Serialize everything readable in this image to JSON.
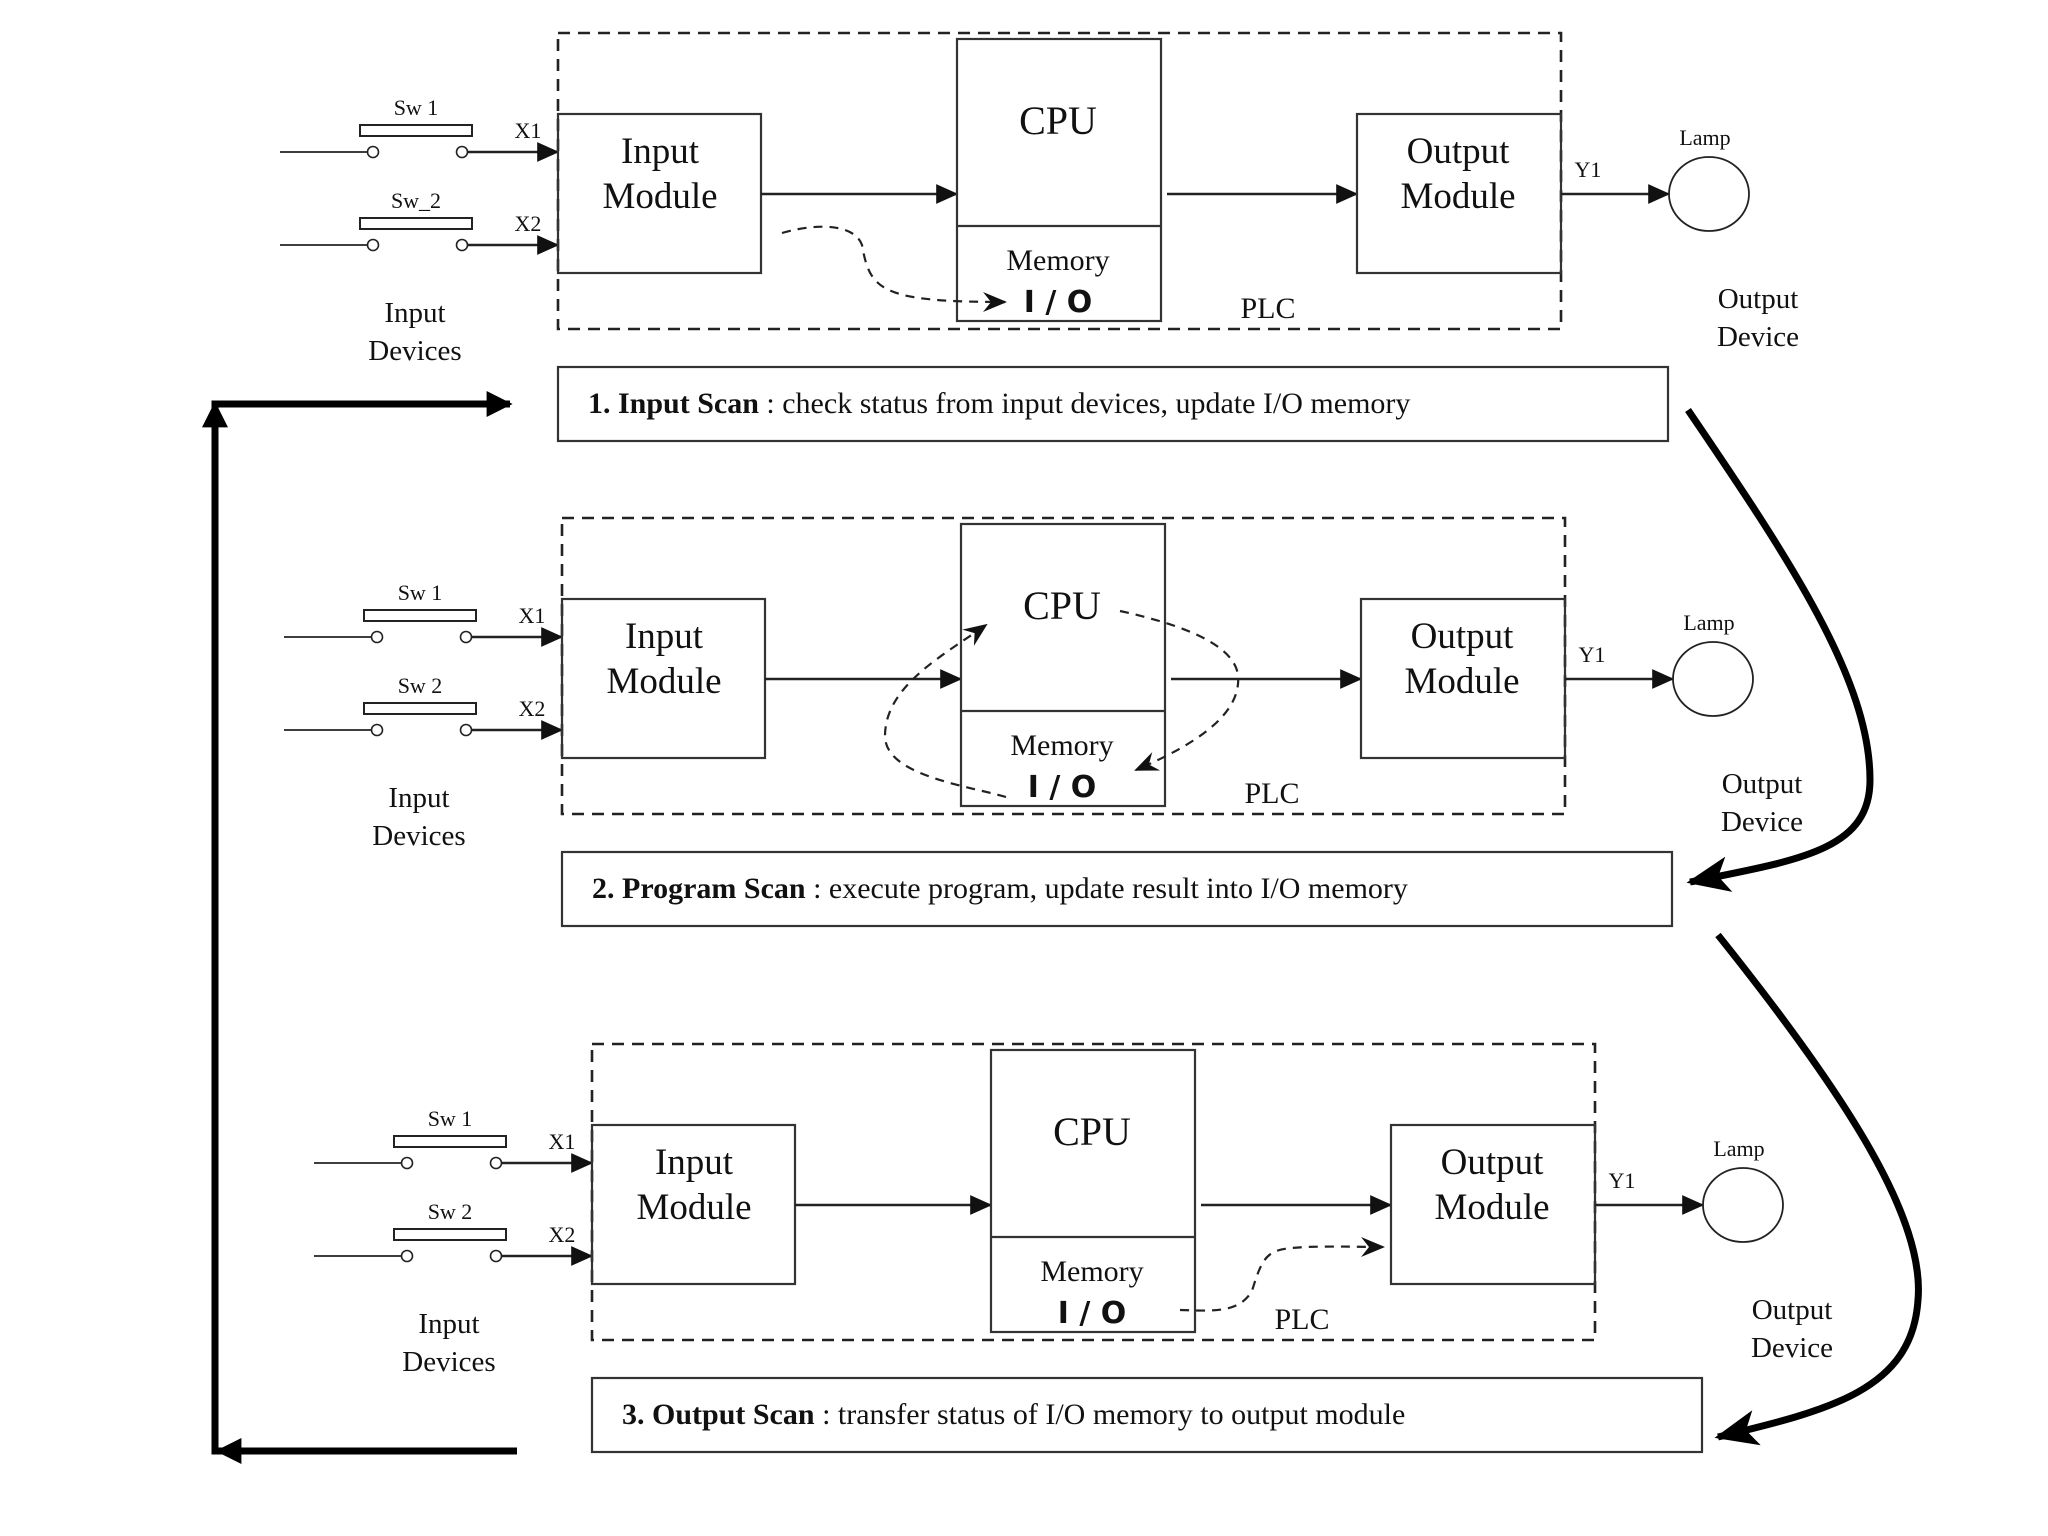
{
  "title": "PLC Scan Cycle",
  "sections": [
    {
      "id": "input-scan",
      "switch_1_label": "Sw  1",
      "switch_2_label": "Sw_2",
      "x1_label": "X1",
      "x2_label": "X2",
      "input_devices_line1": "Input",
      "input_devices_line2": "Devices",
      "input_module_line1": "Input",
      "input_module_line2": "Module",
      "cpu_label": "CPU",
      "memory_label": "Memory",
      "io_label": "I / O",
      "plc_label": "PLC",
      "output_module_line1": "Output",
      "output_module_line2": "Module",
      "y1_label": "Y1",
      "lamp_label": "Lamp",
      "output_device_line1": "Output",
      "output_device_line2": "Device",
      "flow": "input-to-memory",
      "step_number": "1.",
      "step_name": "Input Scan",
      "step_desc": " : check status from input devices, update I/O memory"
    },
    {
      "id": "program-scan",
      "switch_1_label": "Sw  1",
      "switch_2_label": "Sw  2",
      "x1_label": "X1",
      "x2_label": "X2",
      "input_devices_line1": "Input",
      "input_devices_line2": "Devices",
      "input_module_line1": "Input",
      "input_module_line2": "Module",
      "cpu_label": "CPU",
      "memory_label": "Memory",
      "io_label": "I / O",
      "plc_label": "PLC",
      "output_module_line1": "Output",
      "output_module_line2": "Module",
      "y1_label": "Y1",
      "lamp_label": "Lamp",
      "output_device_line1": "Output",
      "output_device_line2": "Device",
      "flow": "memory-cpu-loop",
      "step_number": "2.",
      "step_name": "Program Scan",
      "step_desc": " : execute program, update result into I/O memory"
    },
    {
      "id": "output-scan",
      "switch_1_label": "Sw  1",
      "switch_2_label": "Sw  2",
      "x1_label": "X1",
      "x2_label": "X2",
      "input_devices_line1": "Input",
      "input_devices_line2": "Devices",
      "input_module_line1": "Input",
      "input_module_line2": "Module",
      "cpu_label": "CPU",
      "memory_label": "Memory",
      "io_label": "I / O",
      "plc_label": "PLC",
      "output_module_line1": "Output",
      "output_module_line2": "Module",
      "y1_label": "Y1",
      "lamp_label": "Lamp",
      "output_device_line1": "Output",
      "output_device_line2": "Device",
      "flow": "memory-to-output",
      "step_number": "3.",
      "step_name": "Output Scan",
      "step_desc": " : transfer status of I/O memory to output module"
    }
  ],
  "cycle_arrows": {
    "loop_back": "output-scan-to-input-scan",
    "step_1_to_2": "input-scan-to-program-scan",
    "step_2_to_3": "program-scan-to-output-scan"
  },
  "colors": {
    "line": "#222222",
    "background": "#ffffff"
  }
}
